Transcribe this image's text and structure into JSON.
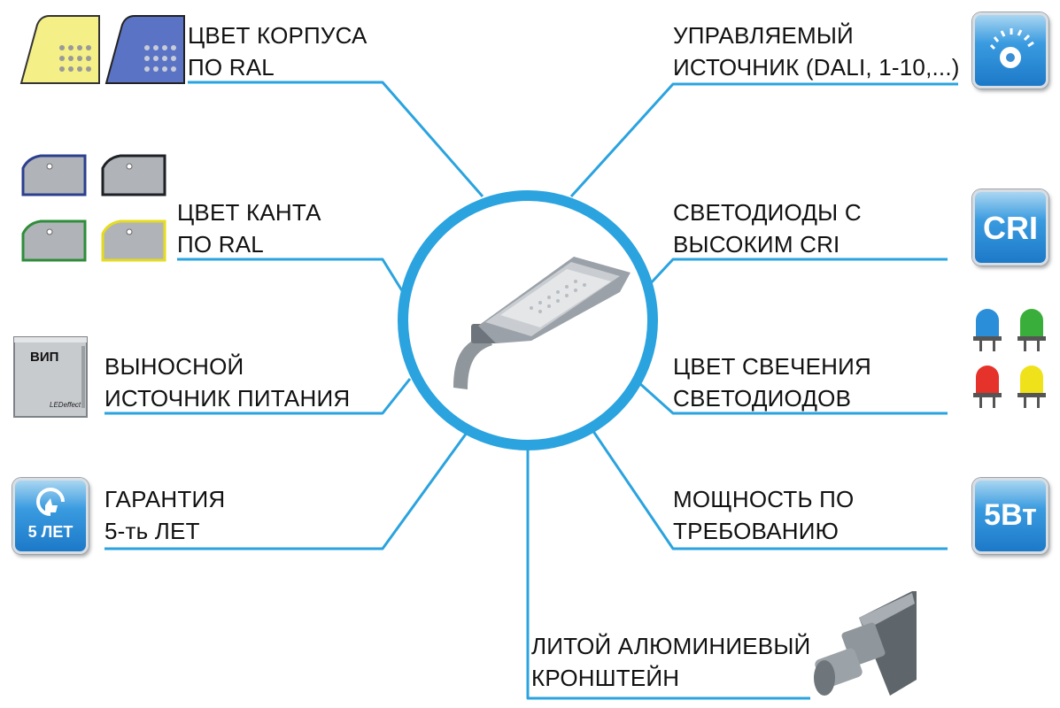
{
  "labels": {
    "housing_color": [
      "ЦВЕТ КОРПУСА",
      "ПО RAL"
    ],
    "edge_color": [
      "ЦВЕТ КАНТА",
      "ПО RAL"
    ],
    "remote_psu": [
      "ВЫНОСНОЙ",
      "ИСТОЧНИК ПИТАНИЯ"
    ],
    "warranty": [
      "ГАРАНТИЯ",
      "5-ть ЛЕТ"
    ],
    "controllable": [
      "УПРАВЛЯЕМЫЙ",
      "ИСТОЧНИК (DALI, 1-10,...)"
    ],
    "high_cri": [
      "СВЕТОДИОДЫ С",
      "ВЫСОКИМ CRI"
    ],
    "led_color": [
      "ЦВЕТ СВЕЧЕНИЯ",
      "СВЕТОДИОДОВ"
    ],
    "power": [
      "МОЩНОСТЬ ПО",
      "ТРЕБОВАНИЮ"
    ],
    "bracket": [
      "ЛИТОЙ АЛЮМИНИЕВЫЙ",
      "КРОНШТЕЙН"
    ]
  },
  "icons": {
    "warranty_badge": "5 ЛЕТ",
    "cri_badge": "CRI",
    "power_badge": "5Вт",
    "psu_box_text": "ВИП",
    "psu_brand": "LEDeffect"
  },
  "colors": {
    "line": "#2aa3df",
    "ring": "#2aa3df",
    "housing_yellow": "#f4ef86",
    "housing_blue": "#5a73c4",
    "edge_blue": "#2c3f8f",
    "edge_dark": "#1d2024",
    "edge_green": "#2f8d3a",
    "edge_yellow": "#e6dc1f",
    "led_blue": "#2a8fd8",
    "led_green": "#3aae3a",
    "led_red": "#e5322a",
    "led_yellow": "#f0e21a"
  }
}
